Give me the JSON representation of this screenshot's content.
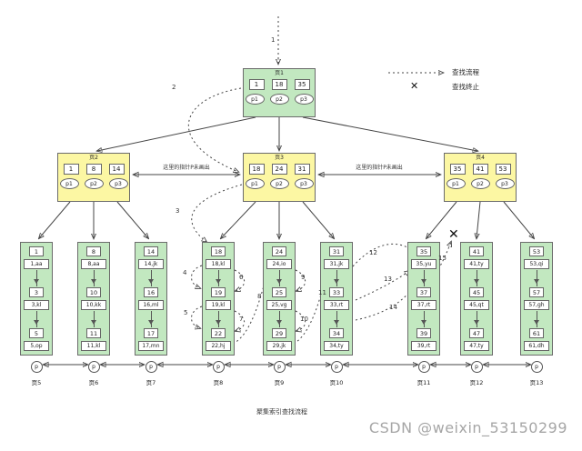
{
  "page": {
    "caption": "聚集索引查找流程",
    "watermark": "CSDN @weixin_53150299"
  },
  "legend": {
    "flow_label": "查找流程",
    "stop_label": "查找终止",
    "stop_symbol": "✕"
  },
  "notes": {
    "pointer_note_left": "这里的指针P未画出",
    "pointer_note_right": "这里的指针P未画出"
  },
  "root": {
    "label": "页1",
    "keys": [
      "1",
      "18",
      "35"
    ],
    "pointers": [
      "p1",
      "p2",
      "p3"
    ]
  },
  "internal": [
    {
      "label": "页2",
      "keys": [
        "1",
        "8",
        "14"
      ],
      "pointers": [
        "p1",
        "p2",
        "p3"
      ]
    },
    {
      "label": "页3",
      "keys": [
        "18",
        "24",
        "31"
      ],
      "pointers": [
        "p1",
        "p2",
        "p3"
      ]
    },
    {
      "label": "页4",
      "keys": [
        "35",
        "41",
        "53"
      ],
      "pointers": [
        "p1",
        "p2",
        "p3"
      ]
    }
  ],
  "leaves": [
    {
      "label": "页5",
      "pointer": "p",
      "rows": [
        {
          "key": "1",
          "record": "1,aa"
        },
        {
          "key": "3",
          "record": "3,kl"
        },
        {
          "key": "5",
          "record": "5,op"
        }
      ]
    },
    {
      "label": "页6",
      "pointer": "p",
      "rows": [
        {
          "key": "8",
          "record": "8,aa"
        },
        {
          "key": "10",
          "record": "10,kk"
        },
        {
          "key": "11",
          "record": "11,kl"
        }
      ]
    },
    {
      "label": "页7",
      "pointer": "p",
      "rows": [
        {
          "key": "14",
          "record": "14,jk"
        },
        {
          "key": "16",
          "record": "16,ml"
        },
        {
          "key": "17",
          "record": "17,mn"
        }
      ]
    },
    {
      "label": "页8",
      "pointer": "p",
      "rows": [
        {
          "key": "18",
          "record": "18,kl"
        },
        {
          "key": "19",
          "record": "19,kl"
        },
        {
          "key": "22",
          "record": "22,hj"
        }
      ]
    },
    {
      "label": "页9",
      "pointer": "p",
      "rows": [
        {
          "key": "24",
          "record": "24,io"
        },
        {
          "key": "25",
          "record": "25,vg"
        },
        {
          "key": "29",
          "record": "29,jk"
        }
      ]
    },
    {
      "label": "页10",
      "pointer": "p",
      "rows": [
        {
          "key": "31",
          "record": "31,jk"
        },
        {
          "key": "33",
          "record": "33,rt"
        },
        {
          "key": "34",
          "record": "34,ty"
        }
      ]
    },
    {
      "label": "页11",
      "pointer": "p",
      "rows": [
        {
          "key": "35",
          "record": "35,yu"
        },
        {
          "key": "37",
          "record": "37,rt"
        },
        {
          "key": "39",
          "record": "39,rt"
        }
      ]
    },
    {
      "label": "页12",
      "pointer": "p",
      "rows": [
        {
          "key": "41",
          "record": "41,ty"
        },
        {
          "key": "45",
          "record": "45,qt"
        },
        {
          "key": "47",
          "record": "47,ty"
        }
      ]
    },
    {
      "label": "页13",
      "pointer": "p",
      "rows": [
        {
          "key": "53",
          "record": "53,qi"
        },
        {
          "key": "57",
          "record": "57,gh"
        },
        {
          "key": "61",
          "record": "61,dh"
        }
      ]
    }
  ],
  "steps": [
    "1",
    "2",
    "3",
    "4",
    "5",
    "6",
    "7",
    "8",
    "9",
    "10",
    "11",
    "12",
    "13",
    "14",
    "15"
  ],
  "colors": {
    "root_fill": "#c2e8c0",
    "internal_fill": "#fcf7a3",
    "leaf_fill": "#c2e8c0",
    "cell_fill": "#ffffff",
    "line": "#444444",
    "watermark": "#a6a6a6"
  }
}
